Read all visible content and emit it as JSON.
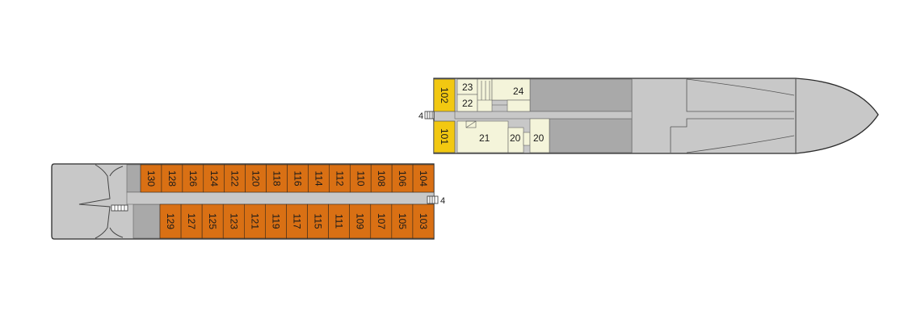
{
  "colors": {
    "cabin": "#D97014",
    "suite": "#F2C811",
    "public_area": "#F4F4DA",
    "hull": "#C8C8C8",
    "service": "#A9A9A9",
    "outline": "#2b2b2b"
  },
  "stern_deck": {
    "cabins_top": [
      "130",
      "128",
      "126",
      "124",
      "122",
      "120",
      "118",
      "116",
      "114",
      "112",
      "110",
      "108",
      "106",
      "104"
    ],
    "cabins_bottom": [
      "129",
      "127",
      "125",
      "123",
      "121",
      "119",
      "117",
      "115",
      "111",
      "109",
      "107",
      "105",
      "103"
    ],
    "stair_label": "4"
  },
  "bow_deck": {
    "suites": [
      "102",
      "101"
    ],
    "rooms": {
      "r23": "23",
      "r22": "22",
      "r24": "24",
      "r21": "21",
      "r20a": "20",
      "r20b": "20"
    },
    "stair_label": "4"
  }
}
